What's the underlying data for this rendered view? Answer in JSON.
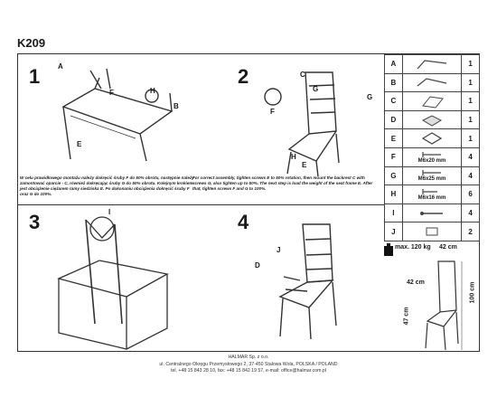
{
  "header": {
    "model": "K209"
  },
  "steps": [
    {
      "number": "1"
    },
    {
      "number": "2"
    },
    {
      "number": "3"
    },
    {
      "number": "4"
    }
  ],
  "notes": {
    "pl": "W celu prawidłowego montażu należy dokręcić śruby F do 50% obrotu, następnie należy zamontować oparcie - C, również dokręcając śruby G do 50% obrotu. Kolejnym krokiem jest obciążenie ciężarem ramy siedziska E. Po dokonaniu obciążenia dokręcić śruby F oraz G do 100%.",
    "en": "For correct assembly, tighten screws E to 50% rotation, then mount the backrest C with screws G, also tighten up to 50%. The next step is load the weight of the seat frame E. After that, tighten screws F and G to 100%."
  },
  "callouts": {
    "step1": [
      "A",
      "F",
      "H",
      "B",
      "E"
    ],
    "step2": [
      "C",
      "G",
      "F",
      "H",
      "E",
      "G"
    ],
    "step3": [
      "I"
    ],
    "step4": [
      "J",
      "D"
    ]
  },
  "parts": [
    {
      "letter": "A",
      "size": "",
      "qty": "1"
    },
    {
      "letter": "B",
      "size": "",
      "qty": "1"
    },
    {
      "letter": "C",
      "size": "",
      "qty": "1"
    },
    {
      "letter": "D",
      "size": "",
      "qty": "1"
    },
    {
      "letter": "E",
      "size": "",
      "qty": "1"
    },
    {
      "letter": "F",
      "size": "M6x20 mm",
      "qty": "4"
    },
    {
      "letter": "G",
      "size": "M6x25 mm",
      "qty": "4"
    },
    {
      "letter": "H",
      "size": "M6x16 mm",
      "qty": "6"
    },
    {
      "letter": "I",
      "size": "",
      "qty": "4"
    },
    {
      "letter": "J",
      "size": "",
      "qty": "2"
    }
  ],
  "specs": {
    "max_load": "max. 120 kg",
    "width": "42 cm",
    "depth": "42 cm",
    "height": "100 cm",
    "seat_height": "47 cm"
  },
  "footer": {
    "company": "HALMAR Sp. z o.o.",
    "address": "ul. Centralnego Okręgu Przemysłowego 2, 37-450 Stalowa Wola, POLSKA / POLAND",
    "contact": "tel. +48 15 843 28 10, fax: +48 15 842 19 57, e-mail: office@halmar.com.pl"
  }
}
